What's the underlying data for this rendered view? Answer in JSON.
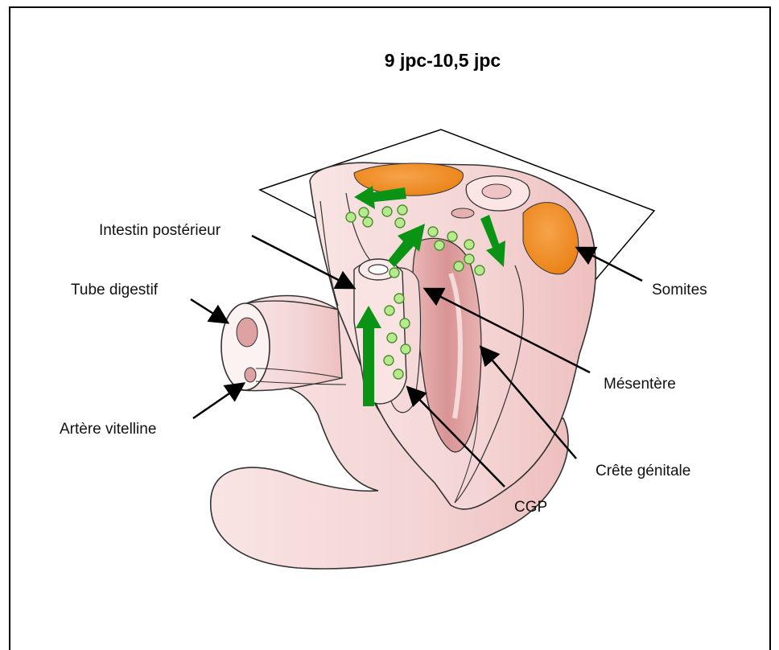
{
  "title": "9 jpc-10,5 jpc",
  "labels": {
    "intestin_posterieur": "Intestin postérieur",
    "tube_digestif": "Tube digestif",
    "artere_vitelline": "Artère vitelline",
    "somites": "Somites",
    "mesentere": "Mésentère",
    "crete_genitale": "Crête génitale",
    "cgp": "CGP"
  },
  "colors": {
    "tissue": "#f6dada",
    "tissue_dark": "#dfa2a2",
    "somite": "#ee8a1e",
    "arrow_green": "#0b9316",
    "cell_fill": "#b7ea8e",
    "cell_stroke": "#4c8f2c"
  }
}
